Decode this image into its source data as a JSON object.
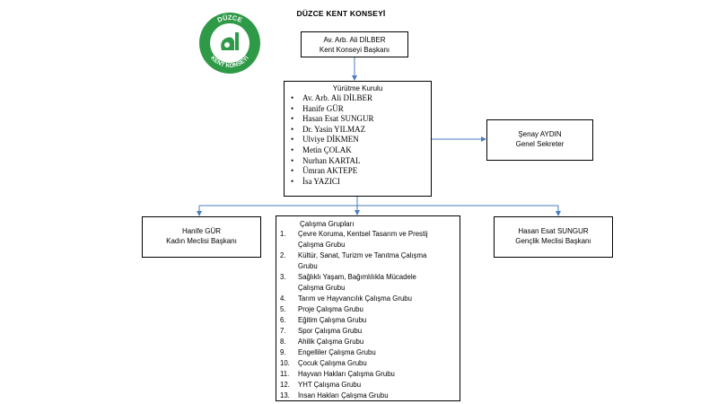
{
  "title": "DÜZCE KENT KONSEYİ",
  "logo": {
    "top_text": "DÜZCE",
    "bottom_text": "KENT KONSEYİ",
    "colors": {
      "ring": "#2e9a47",
      "inner": "#ffffff",
      "mark": "#2e9a47"
    }
  },
  "president": {
    "name": "Av. Arb. Ali DİLBER",
    "role": "Kent Konseyi Başkanı"
  },
  "executive": {
    "title": "Yürütme Kurulu",
    "members": [
      "Av. Arb. Ali DİLBER",
      "Hanife  GÜR",
      "Hasan Esat SUNGUR",
      "Dr. Yasin YILMAZ",
      "Ulviye DİKMEN",
      "Metin ÇOLAK",
      "Nurhan KARTAL",
      "Ümran AKTEPE",
      "İsa YAZICI"
    ]
  },
  "secretary": {
    "name": "Şenay AYDIN",
    "role": "Genel Sekreter"
  },
  "women": {
    "name": "Hanife GÜR",
    "role": "Kadın Meclisi Başkanı"
  },
  "youth": {
    "name": "Hasan Esat SUNGUR",
    "role": "Gençlik Meclisi Başkanı"
  },
  "groups": {
    "title": "Çalışma Grupları",
    "items": [
      {
        "num": "1.",
        "lines": [
          "Çevre Koruma, Kentsel Tasarım ve Prestij",
          "Çalışma Grubu"
        ]
      },
      {
        "num": "2.",
        "lines": [
          "Kültür, Sanat, Turizm ve Tanıtma Çalışma",
          "Grubu"
        ]
      },
      {
        "num": "3.",
        "lines": [
          "Sağlıklı Yaşam, Bağımlılıkla Mücadele",
          "Çalışma Grubu"
        ]
      },
      {
        "num": "4.",
        "lines": [
          "Tarım ve Hayvancılık Çalışma Grubu"
        ]
      },
      {
        "num": "5.",
        "lines": [
          "Proje Çalışma Grubu"
        ]
      },
      {
        "num": "6.",
        "lines": [
          "Eğitim Çalışma Grubu"
        ]
      },
      {
        "num": "7.",
        "lines": [
          "Spor Çalışma Grubu"
        ]
      },
      {
        "num": "8.",
        "lines": [
          "Ahilik Çalışma Grubu"
        ]
      },
      {
        "num": "9.",
        "lines": [
          "Engelliler Çalışma Grubu"
        ]
      },
      {
        "num": "10.",
        "lines": [
          "Çocuk Çalışma Grubu"
        ]
      },
      {
        "num": "11.",
        "lines": [
          "Hayvan Hakları Çalışma Grubu"
        ]
      },
      {
        "num": "12.",
        "lines": [
          "YHT Çalışma Grubu"
        ]
      },
      {
        "num": "13.",
        "lines": [
          "İnsan Hakları Çalışma Grubu"
        ]
      }
    ]
  },
  "connector_color": "#4a7ebb"
}
